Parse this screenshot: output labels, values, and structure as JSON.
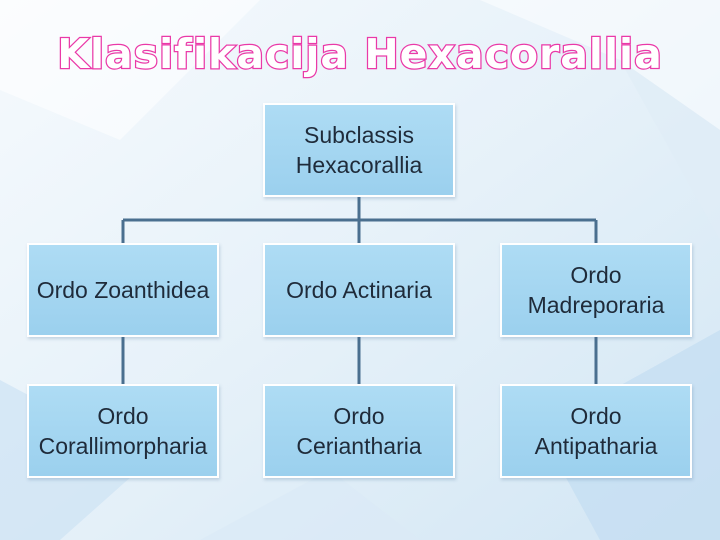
{
  "title": "Klasifikacija Hexacorallia",
  "colors": {
    "title_outline": "#ea3aa8",
    "node_fill": "#a7d8f2",
    "connector": "#4a6f8f",
    "background": "#eef5fb"
  },
  "tree": {
    "root": "Subclassis\nHexacorallia",
    "row1": [
      "Ordo Zoanthidea",
      "Ordo Actinaria",
      "Ordo\nMadreporaria"
    ],
    "row2": [
      "Ordo\nCorallimorpharia",
      "Ordo\nCeriantharia",
      "Ordo\nAntipatharia"
    ]
  }
}
